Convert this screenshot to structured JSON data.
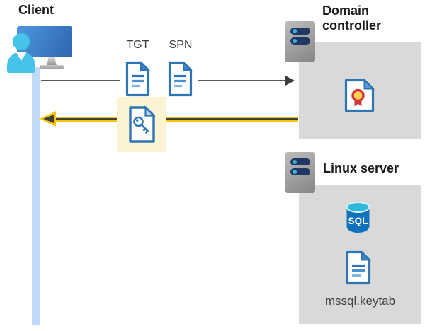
{
  "client": {
    "label": "Client"
  },
  "flow": {
    "tgt_label": "TGT",
    "spn_label": "SPN"
  },
  "domain_controller": {
    "label": "Domain controller"
  },
  "linux_server": {
    "label": "Linux server",
    "sql_label": "SQL",
    "keytab_label": "mssql.keytab"
  },
  "icons": {
    "client": "person-at-monitor-icon",
    "domain_controller": "server-icon",
    "linux_server": "server-icon",
    "tgt": "document-icon",
    "spn": "document-icon",
    "ticket": "key-document-icon",
    "certificate": "certificate-icon",
    "sql": "sql-database-icon",
    "keytab": "document-icon"
  },
  "colors": {
    "doc_blue": "#2E75B6",
    "fold_blue": "#3E86C8",
    "arrow_yellow": "#F7C600",
    "arrow_dark": "#3F3F41",
    "gray_line": "#58585A",
    "box_gray": "#D9D9D9",
    "highlight_yellow": "#FBF3D2",
    "lane_blue": "#BFD9F7",
    "person_cyan": "#45C3E8",
    "monitor_blue": "#2E66B0",
    "sql_body_blue": "#1072BA",
    "sql_top_cyan": "#2FB7DC",
    "cert_gold": "#FFD34D",
    "cert_red": "#D13438",
    "server_pill_navy": "#1F3864"
  }
}
